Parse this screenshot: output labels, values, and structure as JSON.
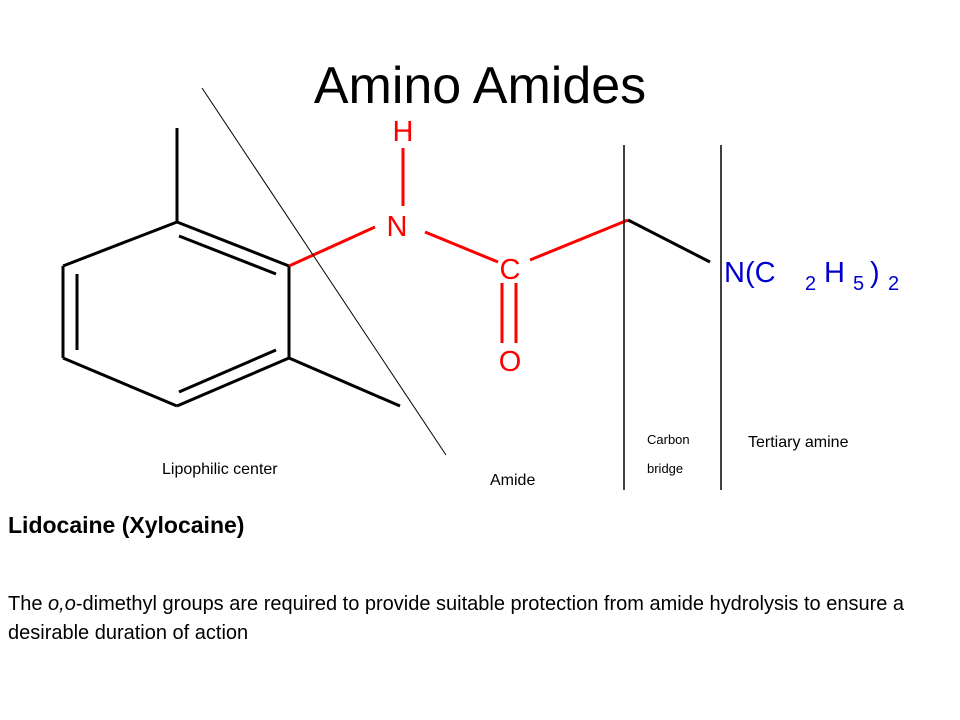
{
  "slide": {
    "title": "Amino Amides"
  },
  "molecule": {
    "atoms": {
      "H": "H",
      "N": "N",
      "C": "C",
      "O": "O"
    },
    "amine_group": {
      "prefix": "N(C",
      "sub1": "2",
      "h": "H",
      "sub2": "5",
      "close": ")",
      "sub3": "2"
    },
    "colors": {
      "bond": "#000000",
      "amide": "#ff0000",
      "amine": "#0000cc"
    }
  },
  "regions": {
    "lipophilic": "Lipophilic center",
    "amide": "Amide",
    "carbon_bridge_line1": "Carbon",
    "carbon_bridge_line2": "bridge",
    "tertiary_amine": "Tertiary amine"
  },
  "content": {
    "heading": "Lidocaine (Xylocaine)",
    "para_before": "The ",
    "para_italic": "o,o",
    "para_after": "-dimethyl groups are required to provide suitable protection from amide hydrolysis to ensure a desirable duration of action"
  }
}
